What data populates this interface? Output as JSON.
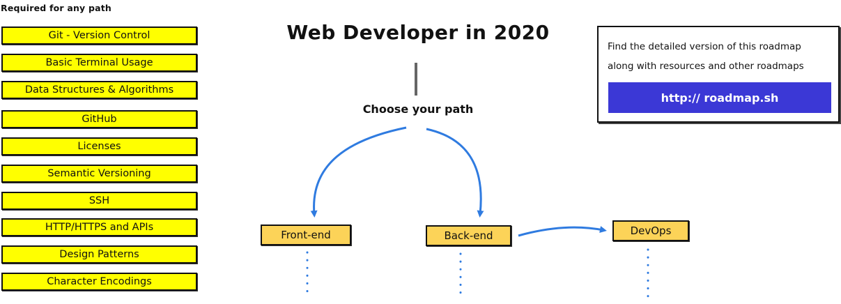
{
  "required": {
    "heading": "Required for any path",
    "items": [
      {
        "label": "Git - Version Control"
      },
      {
        "label": "Basic Terminal Usage"
      },
      {
        "label": "Data Structures & Algorithms"
      },
      {
        "label": "GitHub"
      },
      {
        "label": "Licenses"
      },
      {
        "label": "Semantic Versioning"
      },
      {
        "label": "SSH"
      },
      {
        "label": "HTTP/HTTPS and APIs"
      },
      {
        "label": "Design Patterns"
      },
      {
        "label": "Character Encodings"
      }
    ]
  },
  "title": "Web Developer in 2020",
  "choose_path": "Choose your path",
  "info": {
    "line1": "Find the detailed version of this roadmap",
    "line2": "along with resources and other roadmaps",
    "link_label": "http:// roadmap.sh",
    "link_color": "#3b38d6"
  },
  "paths": {
    "frontend": "Front-end",
    "backend": "Back-end",
    "devops": "DevOps"
  },
  "colors": {
    "required_fill": "#ffff00",
    "path_fill": "#fcd358",
    "arrow": "#2f7be0",
    "border": "#111111"
  }
}
